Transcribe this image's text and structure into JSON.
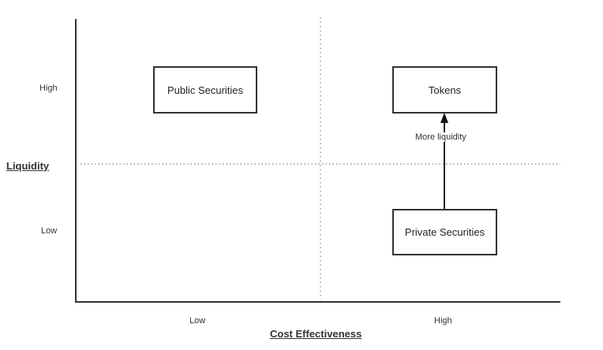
{
  "y_axis": {
    "title": "Liquidity",
    "ticks": [
      "High",
      "Low"
    ]
  },
  "x_axis": {
    "title": "Cost Effectiveness",
    "ticks": [
      "Low",
      "High"
    ]
  },
  "quadrants": [
    {
      "label": "Public Securities",
      "x": "Low",
      "y": "High"
    },
    {
      "label": "Tokens",
      "x": "High",
      "y": "High"
    },
    {
      "label": "Private Securities",
      "x": "High",
      "y": "Low"
    }
  ],
  "arrow": {
    "from": "Private Securities",
    "to": "Tokens",
    "label": "More liquidity"
  }
}
